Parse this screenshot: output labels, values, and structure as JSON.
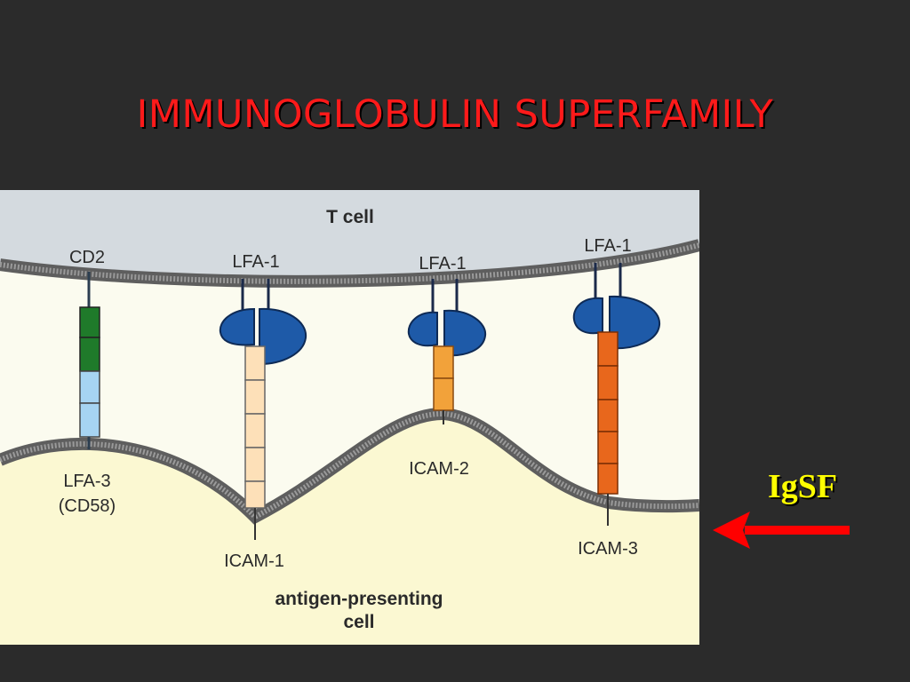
{
  "slide": {
    "title": "IMMUNOGLOBULIN SUPERFAMILY"
  },
  "diagram": {
    "t_cell_label": "T cell",
    "apc_label_line1": "antigen-presenting",
    "apc_label_line2": "cell",
    "receptors": {
      "cd2": "CD2",
      "lfa1_a": "LFA-1",
      "lfa1_b": "LFA-1",
      "lfa1_c": "LFA-1"
    },
    "ligands": {
      "lfa3_line1": "LFA-3",
      "lfa3_line2": "(CD58)",
      "icam1": "ICAM-1",
      "icam2": "ICAM-2",
      "icam3": "ICAM-3"
    },
    "colors": {
      "t_cell_fill": "#d4dadf",
      "apc_fill": "#fbf8d2",
      "gap_fill": "#fbfbef",
      "membrane": "#6a6a6a",
      "lfa1_blue": "#1e5aa8",
      "cd2_green": "#1f7a2a",
      "lfa3_blue": "#a6d4f2",
      "icam1_peach": "#fde0b8",
      "icam2_orange": "#f2a23a",
      "icam3_orange": "#e8671c"
    }
  },
  "annotation": {
    "label": "IgSF",
    "arrow_icon": "left-arrow-icon",
    "label_color": "#ffff00",
    "arrow_color": "#ff0000"
  }
}
